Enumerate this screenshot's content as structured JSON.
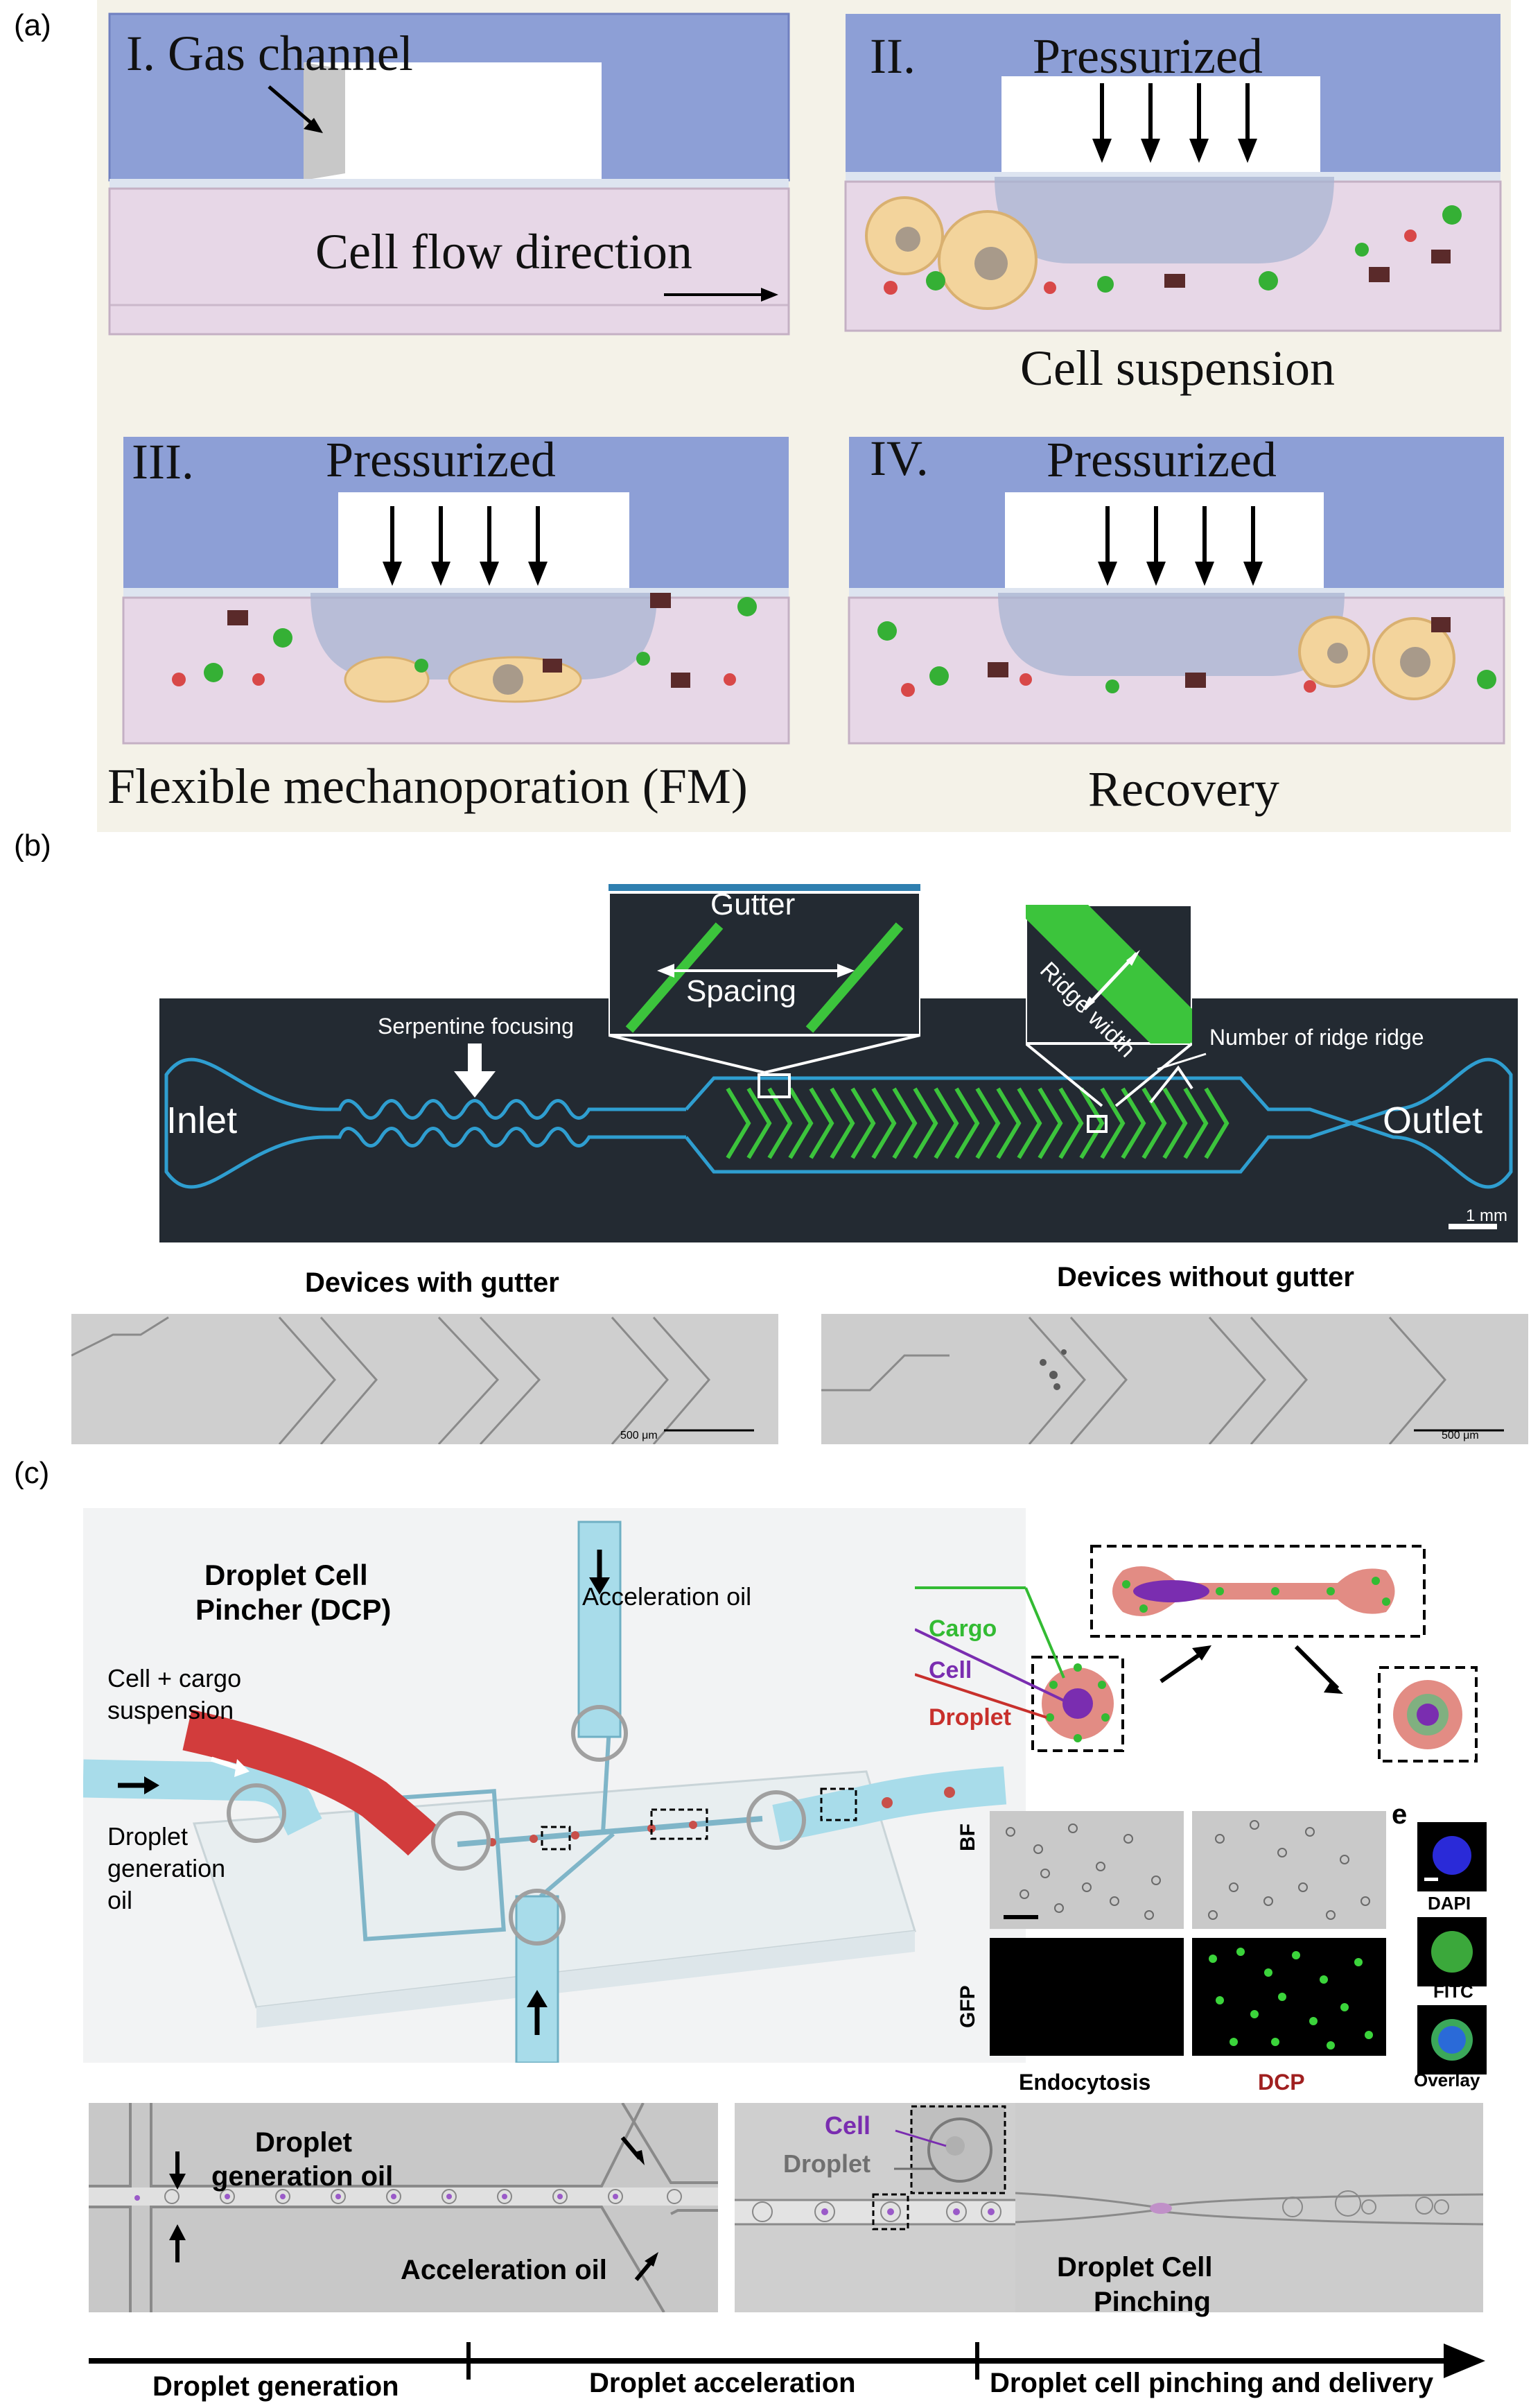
{
  "panel_a": {
    "label": "(a)",
    "stage1": {
      "title": "I. Gas channel",
      "caption": "Cell flow direction"
    },
    "stage2": {
      "title": "II.",
      "state": "Pressurized",
      "caption": "Cell suspension"
    },
    "stage3": {
      "title": "III.",
      "state": "Pressurized",
      "caption": "Flexible mechanoporation (FM)"
    },
    "stage4": {
      "title": "IV.",
      "state": "Pressurized",
      "caption": "Recovery"
    }
  },
  "panel_b": {
    "label": "(b)",
    "inlet": "Inlet",
    "outlet": "Outlet",
    "serpentine": "Serpentine focusing",
    "gutter": "Gutter",
    "spacing": "Spacing",
    "ridge_width": "Ridge width",
    "number_of_ridge": "Number of ridge ridge",
    "scale_1mm": "1 mm",
    "with_gutter": "Devices with gutter",
    "without_gutter": "Devices without gutter",
    "scale_500um": "500 μm"
  },
  "panel_c": {
    "label": "(c)",
    "dcp_title_1": "Droplet Cell",
    "dcp_title_2": "Pincher (DCP)",
    "acceleration_oil": "Acceleration oil",
    "cell_cargo_1": "Cell + cargo",
    "cell_cargo_2": "suspension",
    "droplet_gen_1": "Droplet",
    "droplet_gen_2": "generation",
    "droplet_gen_3": "oil",
    "legend_cargo": "Cargo",
    "legend_cell": "Cell",
    "legend_droplet": "Droplet",
    "bf": "BF",
    "gfp": "GFP",
    "endocytosis": "Endocytosis",
    "dcp": "DCP",
    "panel_e": "e",
    "dapi": "DAPI",
    "fitc": "FITC",
    "overlay": "Overlay",
    "micro_gen_oil_1": "Droplet",
    "micro_gen_oil_2": "generation oil",
    "micro_accel_oil": "Acceleration oil",
    "micro_cell": "Cell",
    "micro_droplet": "Droplet",
    "micro_pinch_1": "Droplet Cell",
    "micro_pinch_2": "Pinching",
    "stage_generation": "Droplet generation",
    "stage_acceleration": "Droplet acceleration",
    "stage_pinching": "Droplet cell pinching and delivery"
  },
  "colors": {
    "chip_blue": "#8d9fd6",
    "channel_pink": "#e6d6e6",
    "device_bg": "#232a32",
    "channel_cyan": "#2f9ed0",
    "ridge_green": "#3cc43c",
    "cargo_green": "#33bb33",
    "cell_purple": "#7a2db0",
    "droplet_red": "#c8302c",
    "tube_red": "#d23c3c",
    "tube_blue": "#9fd8e8"
  }
}
